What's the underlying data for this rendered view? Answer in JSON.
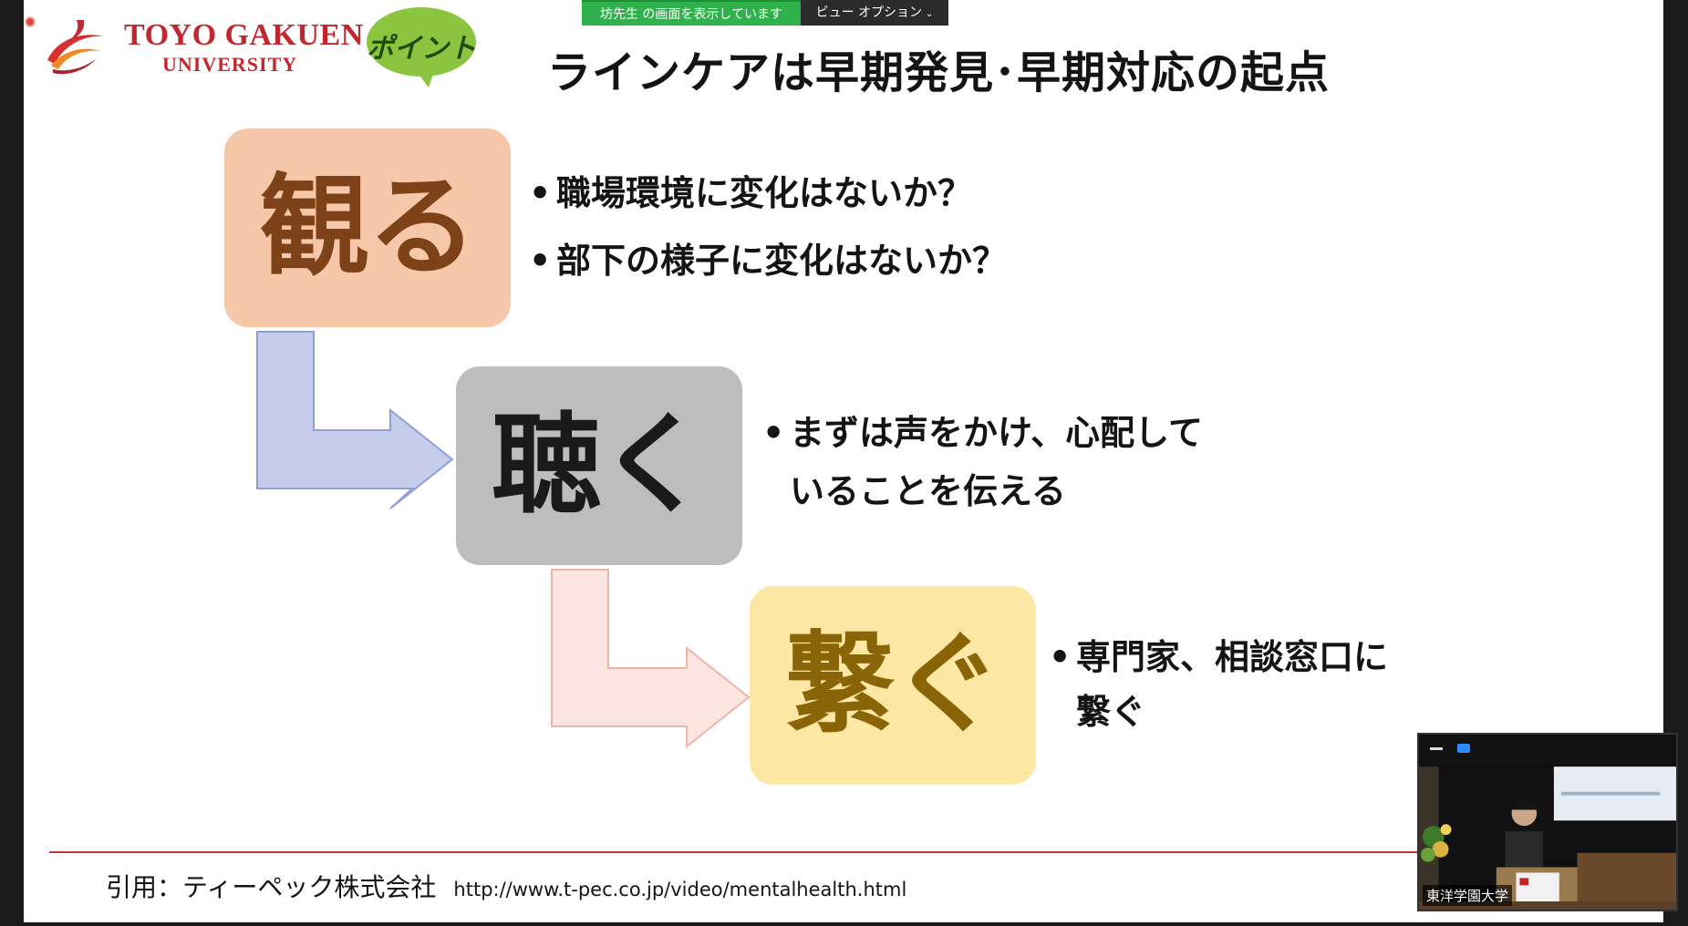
{
  "share_banner": {
    "status": "坊先生 の画面を表示しています",
    "view_options": "ビュー オプション"
  },
  "logo": {
    "line1": "TOYO GAKUEN",
    "line2": "UNIVERSITY"
  },
  "badge": {
    "label": "ポイント"
  },
  "slide": {
    "title": "ラインケアは早期発見･早期対応の起点",
    "steps": [
      {
        "label": "観る",
        "bullets": [
          "職場環境に変化はないか？",
          "部下の様子に変化はないか？"
        ]
      },
      {
        "label": "聴く",
        "bullets": [
          "まずは声をかけ、心配して"
        ],
        "continuation": "いることを伝える"
      },
      {
        "label": "繋ぐ",
        "bullets": [
          "専門家、相談窓口に"
        ],
        "continuation": "繋ぐ"
      }
    ],
    "citation": {
      "label": "引用：ティーペック株式会社",
      "url": "http://www.t-pec.co.jp/video/mentalhealth.html"
    }
  },
  "video": {
    "participant_name": "東洋学園大学"
  },
  "colors": {
    "miru_box": "#f7c7a9",
    "kiku_box": "#bdbdbd",
    "tsunagu_box": "#fde7a4",
    "share_green": "#2fb24c",
    "brand_red": "#c3272e"
  },
  "icons": {
    "record": "record-dot-icon",
    "badge": "speech-bubble-icon",
    "chevron": "chevron-down-icon"
  }
}
